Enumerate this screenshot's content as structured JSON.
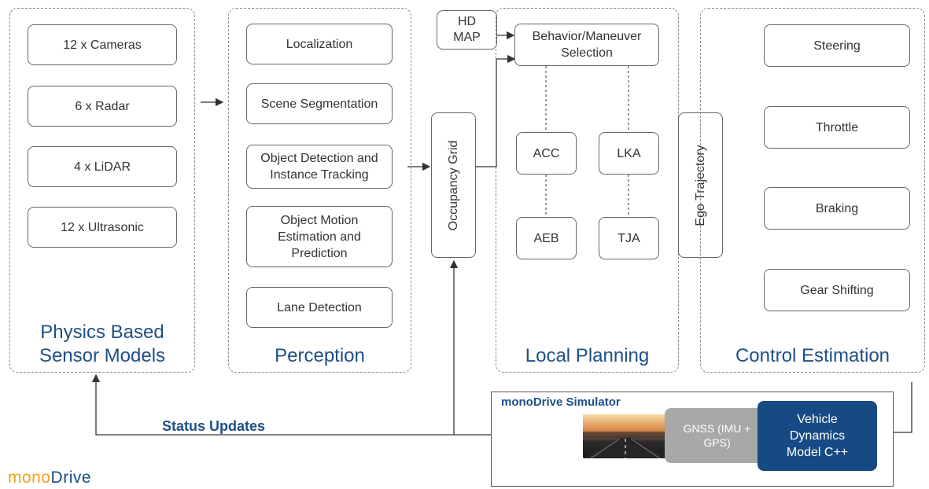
{
  "sensors": {
    "title_line1": "Physics Based",
    "title_line2": "Sensor Models",
    "items": [
      "12 x Cameras",
      "6 x Radar",
      "4 x LiDAR",
      "12 x Ultrasonic"
    ]
  },
  "perception": {
    "title": "Perception",
    "items": [
      [
        "Localization"
      ],
      [
        "Scene Segmentation"
      ],
      [
        "Object Detection and",
        "Instance Tracking"
      ],
      [
        "Object Motion",
        "Estimation and",
        "Prediction"
      ],
      [
        "Lane Detection"
      ]
    ]
  },
  "occupancy_grid": "Occupancy Grid",
  "hd_map": {
    "line1": "HD",
    "line2": "MAP"
  },
  "planning": {
    "title": "Local Planning",
    "behavior_line1": "Behavior/Maneuver",
    "behavior_line2": "Selection",
    "acc": "ACC",
    "lka": "LKA",
    "aeb": "AEB",
    "tja": "TJA"
  },
  "ego_trajectory": "Ego Trajectory",
  "control": {
    "title": "Control Estimation",
    "items": [
      "Steering",
      "Throttle",
      "Braking",
      "Gear Shifting"
    ]
  },
  "simulator": {
    "title": "monoDrive Simulator",
    "gnss_line1": "GNSS (IMU +",
    "gnss_line2": "GPS)",
    "vdm_line1": "Vehicle",
    "vdm_line2": "Dynamics",
    "vdm_line3": "Model C++"
  },
  "status_updates": "Status Updates",
  "logo": {
    "part1": "mono",
    "part2": "Drive"
  },
  "colors": {
    "accent_blue": "#1e4f86",
    "dark_blue": "#174a84",
    "logo_orange": "#f0a21b",
    "gray": "#a8a8a8"
  }
}
